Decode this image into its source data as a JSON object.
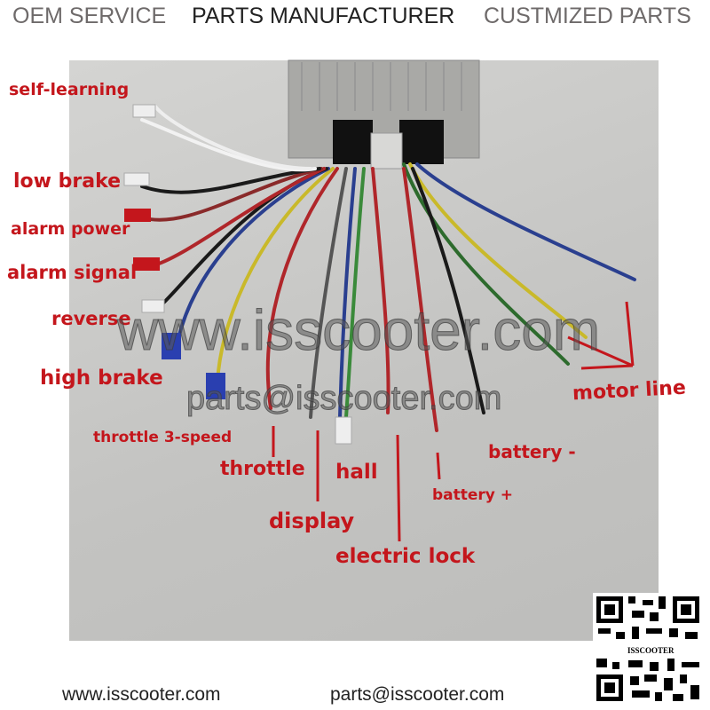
{
  "header": {
    "left": "OEM SERVICE",
    "middle": "PARTS MANUFACTURER",
    "right": "CUSTMIZED PARTS"
  },
  "labels": {
    "self_learning": "self-learning",
    "low_brake": "low brake",
    "alarm_power": "alarm power",
    "alarm_signal": "alarm signal",
    "reverse": "reverse",
    "high_brake": "high brake",
    "throttle_3_speed": "throttle 3-speed",
    "throttle": "throttle",
    "display": "display",
    "hall": "hall",
    "electric_lock": "electric lock",
    "battery_plus": "battery +",
    "battery_minus": "battery -",
    "motor_line": "motor line"
  },
  "watermark": {
    "site": "www.isscooter.com",
    "email": "parts@isscooter.com"
  },
  "footer": {
    "website": "www.isscooter.com",
    "email": "parts@isscooter.com"
  },
  "qr": {
    "label": "ISSCOOTER"
  },
  "colors": {
    "label_red": "#c4161c"
  }
}
